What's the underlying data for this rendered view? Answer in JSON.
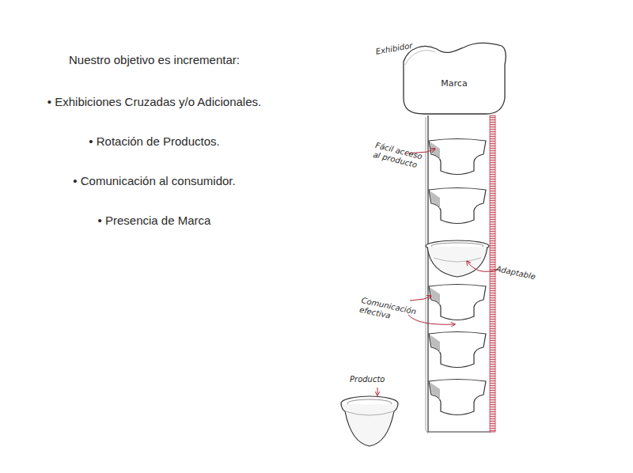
{
  "diagram": {
    "title": "Nuestro objetivo es incrementar:",
    "nodes": [
      {
        "text": [
          "Marca"
        ]
      }
    ],
    "labels": [
      "• Exhibiciones Cruzadas y/o Adicionales.",
      "• Rotación de Productos.",
      "• Comunicación al consumidor.",
      "• Presencia de Marca",
      "Exhibidor",
      "Fácil acceso al producto",
      "Adaptable",
      "Comunicación efectiva",
      "Producto"
    ]
  }
}
